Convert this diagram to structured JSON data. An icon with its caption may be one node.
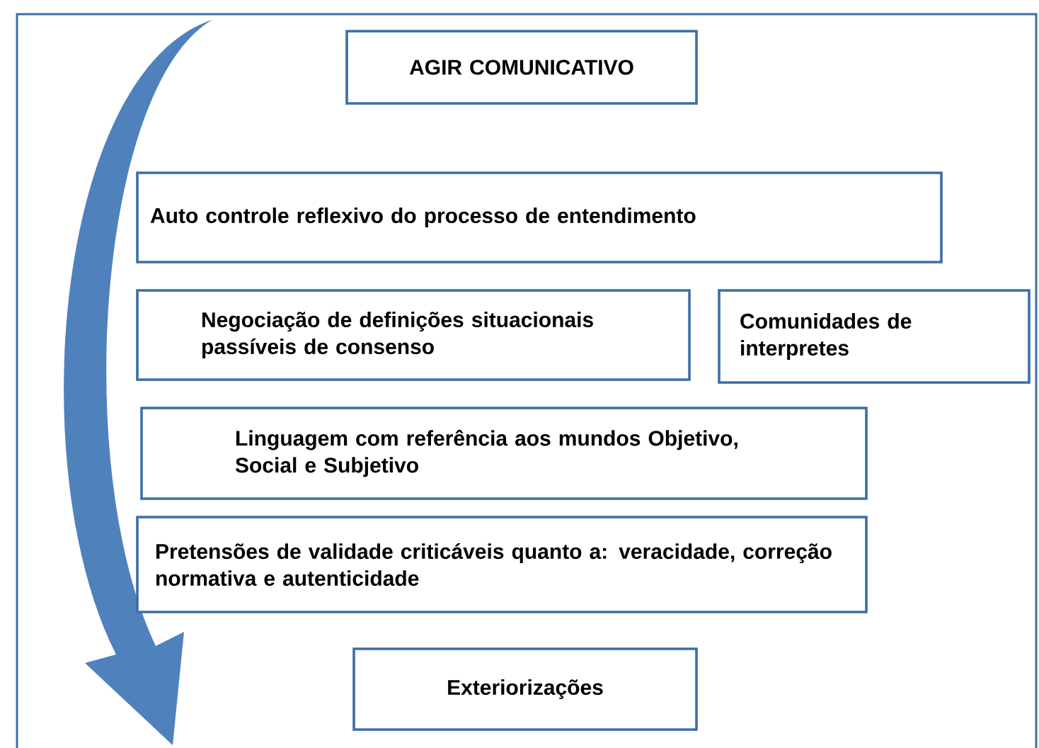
{
  "diagram": {
    "nodes": [
      {
        "text": [
          "AGIR COMUNICATIVO"
        ]
      },
      {
        "text": [
          "Auto controle reflexivo do processo de entendimento"
        ]
      },
      {
        "text": [
          "Negociação de definições situacionais passíveis de consenso"
        ]
      },
      {
        "text": [
          "Comunidades de interpretes"
        ]
      },
      {
        "text": [
          "Linguagem com referência aos mundos Objetivo, Social e Subjetivo"
        ]
      },
      {
        "text": [
          "Pretensões de validade criticáveis quanto a: veracidade, correção normativa e autenticidade"
        ]
      },
      {
        "text": [
          "Exteriorizações"
        ]
      }
    ]
  }
}
